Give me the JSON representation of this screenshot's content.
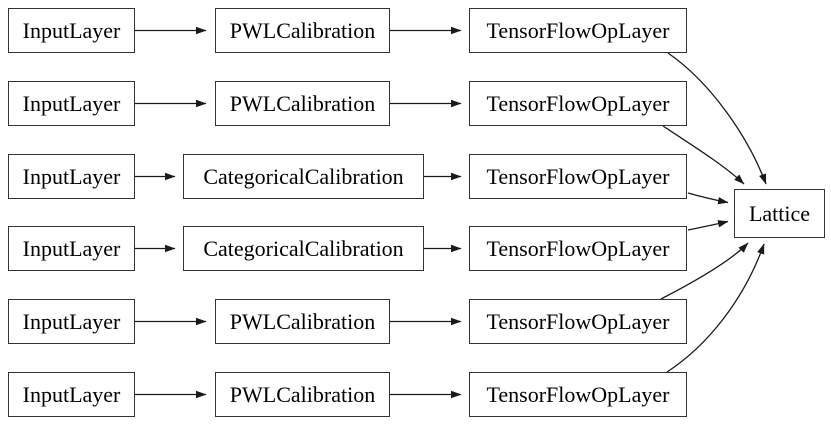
{
  "diagram": {
    "type": "layer-graph",
    "colors": {
      "background": "#ffffff",
      "node_fill": "#ffffff",
      "node_border": "#333333",
      "text": "#000000",
      "edge": "#1a1a1a"
    },
    "rows": [
      {
        "input": "InputLayer",
        "calibration": "PWLCalibration",
        "op": "TensorFlowOpLayer"
      },
      {
        "input": "InputLayer",
        "calibration": "PWLCalibration",
        "op": "TensorFlowOpLayer"
      },
      {
        "input": "InputLayer",
        "calibration": "CategoricalCalibration",
        "op": "TensorFlowOpLayer"
      },
      {
        "input": "InputLayer",
        "calibration": "CategoricalCalibration",
        "op": "TensorFlowOpLayer"
      },
      {
        "input": "InputLayer",
        "calibration": "PWLCalibration",
        "op": "TensorFlowOpLayer"
      },
      {
        "input": "InputLayer",
        "calibration": "PWLCalibration",
        "op": "TensorFlowOpLayer"
      }
    ],
    "sink": {
      "label": "Lattice"
    },
    "edges": [
      "row1: InputLayer -> PWLCalibration -> TensorFlowOpLayer -> Lattice",
      "row2: InputLayer -> PWLCalibration -> TensorFlowOpLayer -> Lattice",
      "row3: InputLayer -> CategoricalCalibration -> TensorFlowOpLayer -> Lattice",
      "row4: InputLayer -> CategoricalCalibration -> TensorFlowOpLayer -> Lattice",
      "row5: InputLayer -> PWLCalibration -> TensorFlowOpLayer -> Lattice",
      "row6: InputLayer -> PWLCalibration -> TensorFlowOpLayer -> Lattice"
    ]
  }
}
